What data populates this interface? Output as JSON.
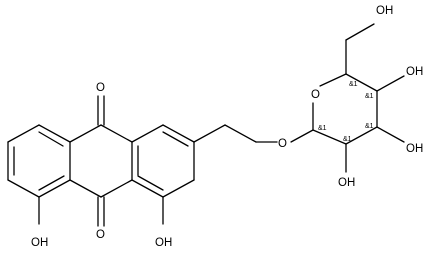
{
  "molecule": {
    "atom_labels": {
      "o_ring": "O",
      "ch2oh": "OH",
      "oh_c4": "OH",
      "oh_c3": "OH",
      "oh_c2": "OH",
      "o_glyco": "O",
      "o_top": "O",
      "o_bottom": "O",
      "oh_left": "OH",
      "oh_right": "OH"
    },
    "stereo_labels": {
      "c5": "&1",
      "c4": "&1",
      "c3": "&1",
      "c2": "&1",
      "c1": "&1"
    }
  }
}
